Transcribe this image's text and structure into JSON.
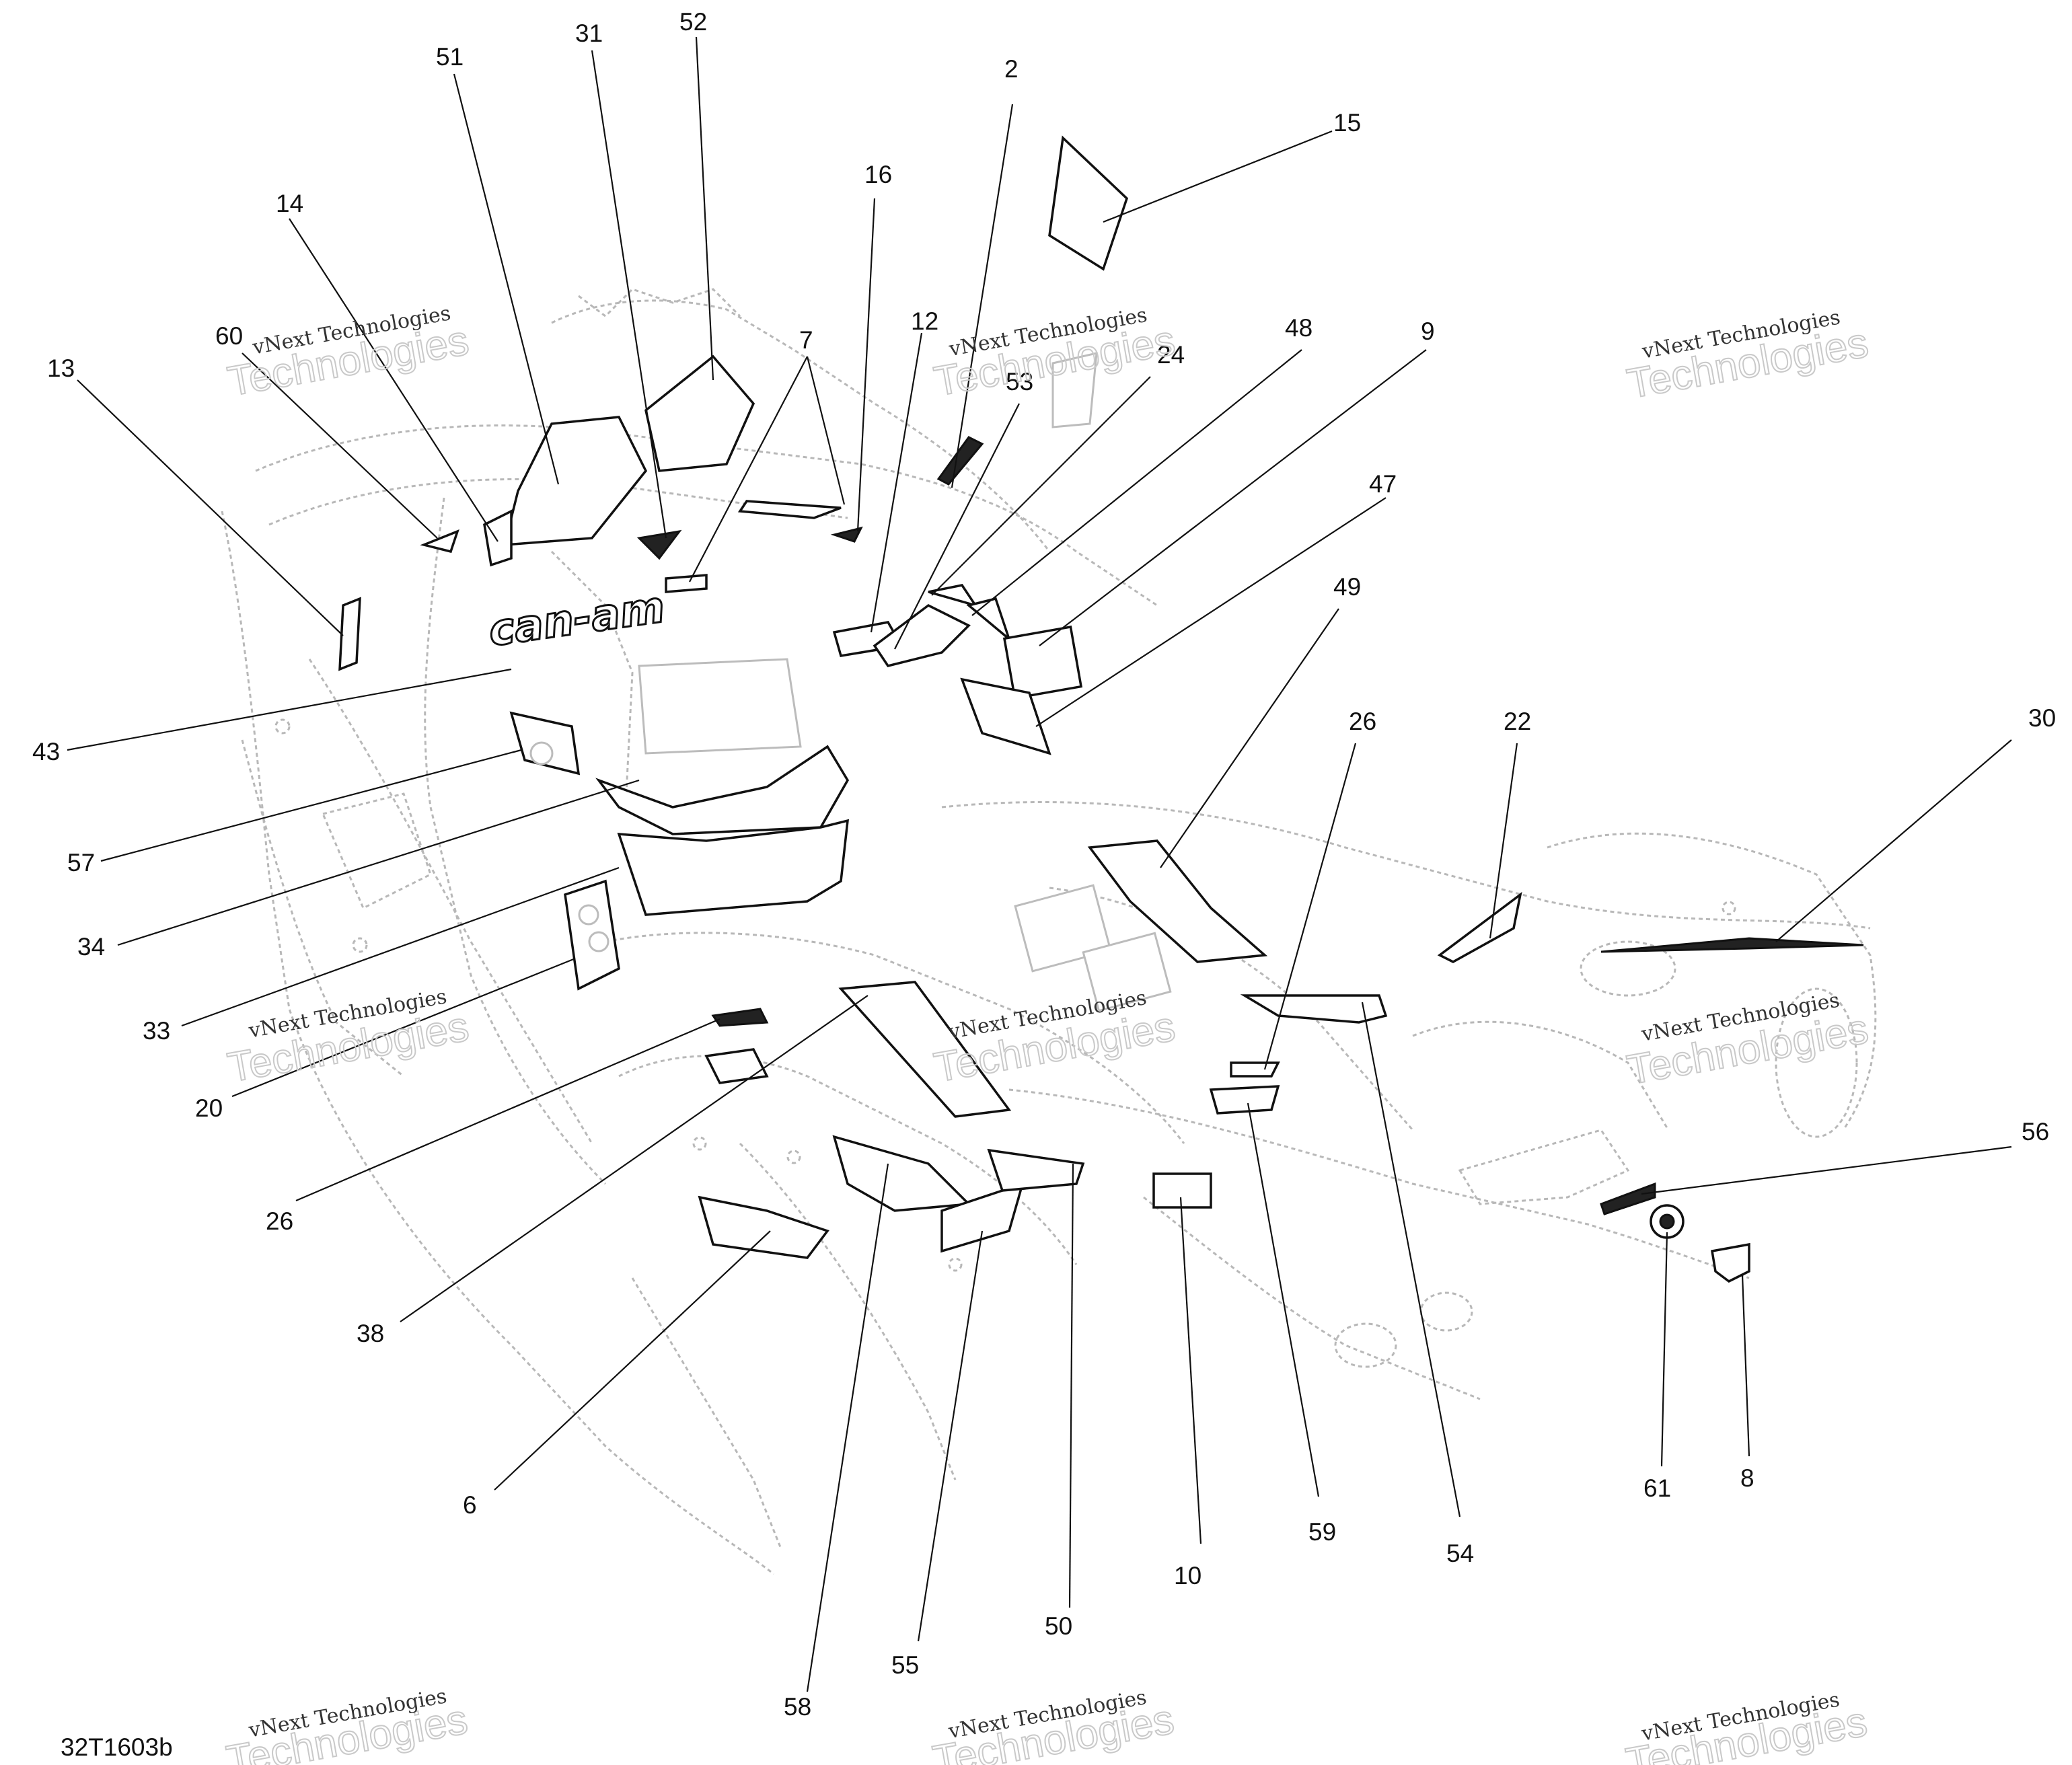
{
  "drawing_code": "32T1603b",
  "watermark": {
    "line1": "vNext Technologies",
    "line2": "Technologies"
  },
  "logo_text": "can-am",
  "callouts": [
    "2",
    "15",
    "16",
    "12",
    "24",
    "48",
    "9",
    "53",
    "47",
    "49",
    "26",
    "22",
    "30",
    "52",
    "31",
    "51",
    "14",
    "60",
    "13",
    "7",
    "43",
    "57",
    "34",
    "33",
    "20",
    "26",
    "38",
    "6",
    "58",
    "55",
    "50",
    "10",
    "59",
    "54",
    "61",
    "8",
    "56"
  ]
}
